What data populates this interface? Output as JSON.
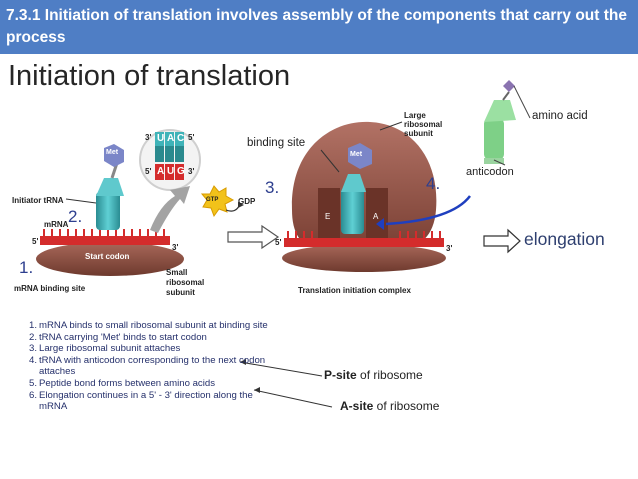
{
  "banner": {
    "title": "7.3.1 Initiation of translation involves assembly of the components that carry out the process"
  },
  "heading": "Initiation of translation",
  "diagram": {
    "numbers": [
      "1.",
      "2.",
      "3.",
      "4."
    ],
    "labels": {
      "initiator_trna": "Initiator tRNA",
      "mrna": "mRNA",
      "start_codon": "Start codon",
      "small_subunit": [
        "Small",
        "ribosomal",
        "subunit"
      ],
      "mrna_binding_site": "mRNA binding site",
      "gtp": "GTP",
      "gdp": "GDP",
      "met": "Met",
      "binding_site": "binding site",
      "large_subunit": [
        "Large",
        "ribosomal",
        "subunit"
      ],
      "e_site": "E",
      "a_site": "A",
      "complex": "Translation initiation complex",
      "amino_acid": "amino acid",
      "anticodon": "anticodon",
      "elongation": "elongation",
      "five_prime": "5'",
      "three_prime": "3'"
    },
    "codon_top": [
      "U",
      "A",
      "C"
    ],
    "codon_bottom": [
      "A",
      "U",
      "G"
    ],
    "colors": {
      "banner": "#4f7ec5",
      "ribosome": "#8c4f3f",
      "trna": "#3fb3b8",
      "mrna": "#d42c2c",
      "met": "#7b86c8",
      "arrow": "#1f3fbf"
    }
  },
  "steps": [
    {
      "n": "1.",
      "text": "mRNA binds to small ribosomal subunit at binding site"
    },
    {
      "n": "2.",
      "text": "tRNA carrying 'Met' binds to start codon"
    },
    {
      "n": "3.",
      "text": "Large ribosomal subunit attaches"
    },
    {
      "n": "4.",
      "text": "tRNA with anticodon corresponding to the next codon attaches"
    },
    {
      "n": "5.",
      "text": "Peptide bond forms between amino acids"
    },
    {
      "n": "6.",
      "text": "Elongation continues in a 5' - 3' direction along the mRNA"
    }
  ],
  "sites": [
    {
      "bold": "P-site",
      "rest": " of ribosome"
    },
    {
      "bold": "A-site",
      "rest": " of ribosome"
    }
  ]
}
